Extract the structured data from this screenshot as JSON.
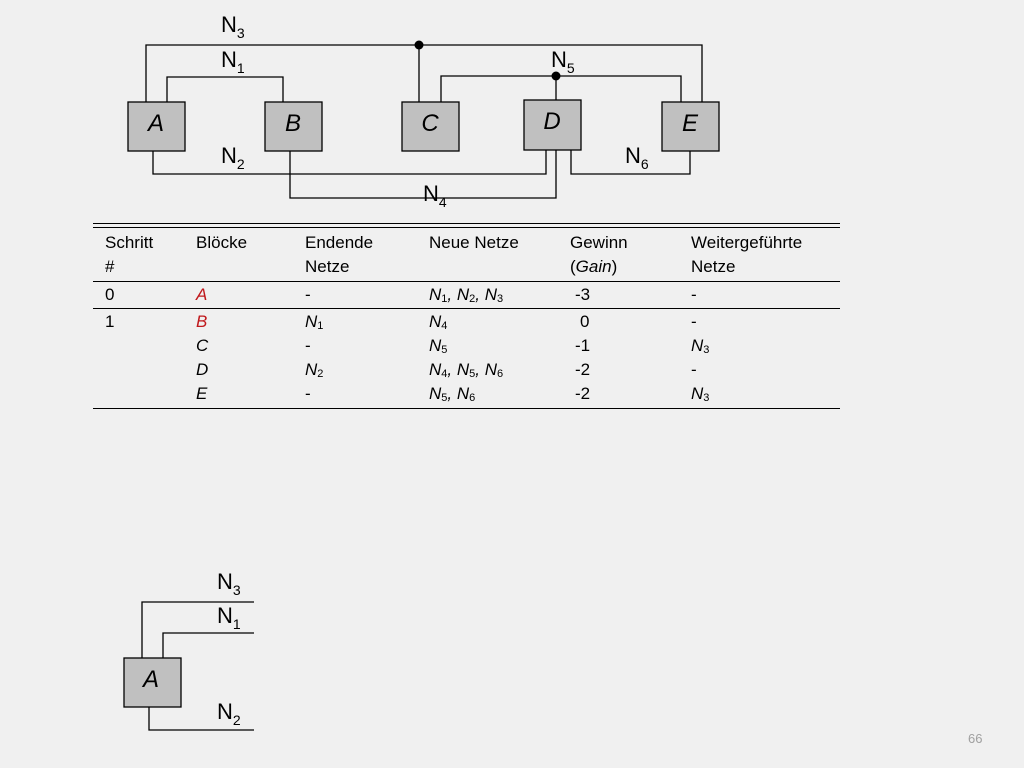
{
  "diagram_top": {
    "blocks": [
      "A",
      "B",
      "C",
      "D",
      "E"
    ],
    "nets": {
      "n3": {
        "base": "N",
        "sub": "3"
      },
      "n1": {
        "base": "N",
        "sub": "1"
      },
      "n5": {
        "base": "N",
        "sub": "5"
      },
      "n2": {
        "base": "N",
        "sub": "2"
      },
      "n6": {
        "base": "N",
        "sub": "6"
      },
      "n4": {
        "base": "N",
        "sub": "4"
      }
    }
  },
  "table": {
    "headers": {
      "step": [
        "Schritt",
        "#"
      ],
      "blocks": [
        "Blöcke",
        ""
      ],
      "ending": [
        "Endende",
        "Netze"
      ],
      "new_nets": [
        "Neue Netze",
        ""
      ],
      "gain": [
        "Gewinn",
        "(",
        "Gain",
        ")"
      ],
      "continued": [
        "Weitergeführte",
        "Netze"
      ]
    },
    "rows": [
      {
        "step": "0",
        "block": "A",
        "ending": "-",
        "new_nets": [
          [
            "N",
            "1"
          ],
          [
            "N",
            "2"
          ],
          [
            "N",
            "3"
          ]
        ],
        "gain": "-3",
        "continued": "-"
      },
      {
        "step": "1",
        "block": "B",
        "ending": [
          "N",
          "1"
        ],
        "new_nets": [
          [
            "N",
            "4"
          ]
        ],
        "gain": "0",
        "continued": "-"
      },
      {
        "step": "",
        "block": "C",
        "ending": "-",
        "new_nets": [
          [
            "N",
            "5"
          ]
        ],
        "gain": "-1",
        "continued": [
          "N",
          "3"
        ]
      },
      {
        "step": "",
        "block": "D",
        "ending": [
          "N",
          "2"
        ],
        "new_nets": [
          [
            "N",
            "4"
          ],
          [
            "N",
            "5"
          ],
          [
            "N",
            "6"
          ]
        ],
        "gain": "-2",
        "continued": "-"
      },
      {
        "step": "",
        "block": "E",
        "ending": "-",
        "new_nets": [
          [
            "N",
            "5"
          ],
          [
            "N",
            "6"
          ]
        ],
        "gain": "-2",
        "continued": [
          "N",
          "3"
        ]
      }
    ],
    "separator": ", "
  },
  "diagram_bottom": {
    "block": "A",
    "nets": {
      "n3": {
        "base": "N",
        "sub": "3"
      },
      "n1": {
        "base": "N",
        "sub": "1"
      },
      "n2": {
        "base": "N",
        "sub": "2"
      }
    }
  },
  "page_number": "66",
  "colors": {
    "box_fill": "#c0c0c0",
    "highlight": "#c0181c",
    "background": "#f0f0f0"
  }
}
